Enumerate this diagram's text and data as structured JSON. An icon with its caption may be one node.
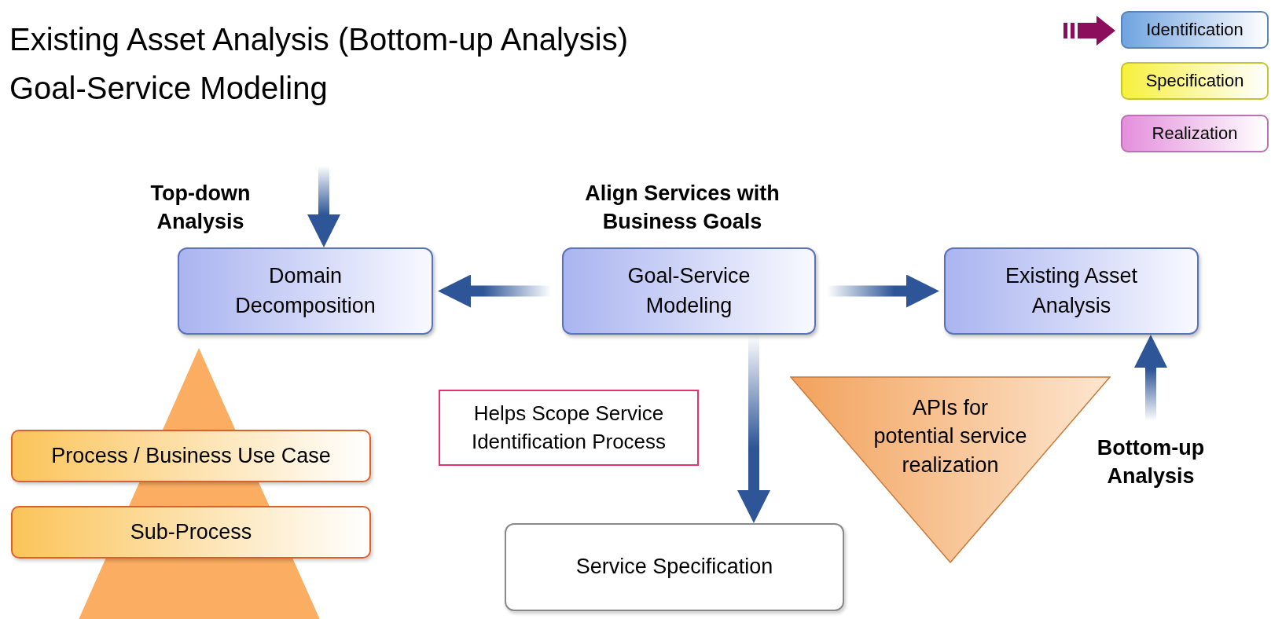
{
  "diagram": {
    "nodes": [
      {
        "text": [
          "Domain Decomposition"
        ],
        "beside": [
          "Top-down Analysis"
        ]
      },
      {
        "text": [
          "Goal-Service Modeling"
        ],
        "beside": [
          "Align Services with Business Goals"
        ]
      },
      {
        "text": [
          "Existing Asset Analysis"
        ]
      },
      {
        "text": [
          "Process / Business Use Case"
        ]
      },
      {
        "text": [
          "Sub-Process"
        ]
      },
      {
        "text": [
          "Helps Scope Service Identification Process"
        ]
      },
      {
        "text": [
          "APIs for potential service realization"
        ]
      },
      {
        "text": [
          "Service Specification"
        ]
      }
    ],
    "edges": [
      {
        "from": null,
        "to": 0,
        "arrow": "to"
      },
      {
        "from": 1,
        "to": 0,
        "arrow": "to"
      },
      {
        "from": 1,
        "to": 2,
        "arrow": "to"
      },
      {
        "from": 1,
        "to": 7,
        "arrow": "to"
      },
      {
        "from": null,
        "to": 2,
        "arrow": "to"
      }
    ],
    "labels": [
      "Existing Asset Analysis (Bottom-up Analysis)",
      "Goal-Service Modeling",
      "Bottom-up Analysis"
    ],
    "legend": [
      {
        "text": "Identification",
        "color": "#6fa3e0"
      },
      {
        "text": "Specification",
        "color": "#f7f03c"
      },
      {
        "text": "Realization",
        "color": "#e48fdc"
      }
    ]
  }
}
